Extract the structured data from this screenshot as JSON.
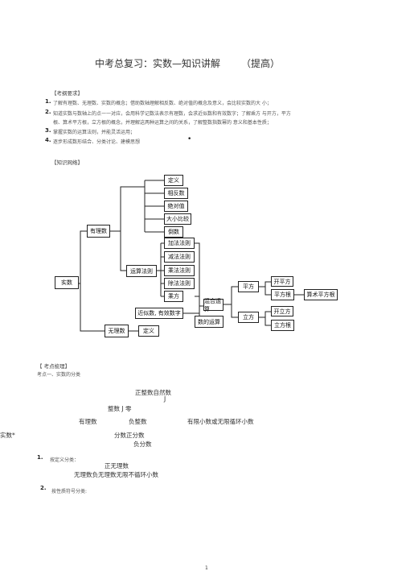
{
  "doc": {
    "title_main": "中考总复习：实数—知识讲解",
    "title_level": "（提高）",
    "sec_exam_req": "【考纲要求】",
    "requirements": [
      {
        "num": "1.",
        "text": "了解有理数、无理数、实数的概念；借助数轴理解相反数、绝对值的概念及意义，会比较实数的大  小；"
      },
      {
        "num": "2.",
        "text": "知道实数与数轴上的点一一对应，会用科学记数法表示有理数，会求近似数和有效数字；了解乘方  与开方，平方"
      },
      {
        "num": "",
        "text": "根、算术平方根，立方根的概念，并理解这两种运算之间的关系，了解整数指数幂的  意义和基本性质；"
      },
      {
        "num": "3.",
        "text": "掌握实数的运算法则，并能灵活运用；"
      },
      {
        "num": "4.",
        "text": "逐步形成数形结合、分类讨论、建模思想"
      }
    ],
    "sec_network": "【知识网络】",
    "tree": {
      "root": "实数",
      "rational": "有理数",
      "irrational": "无理数",
      "definition": "定义",
      "opposite": "相反数",
      "absolute": "绝对值",
      "compare": "大小比较",
      "reciprocal": "倒数",
      "rules": "运算法则",
      "add": "加法法则",
      "sub": "减法法则",
      "mul": "乘法法则",
      "div": "除法法则",
      "pow": "乘方",
      "approx": "近似数, 有效数字",
      "mixed": "混合运算",
      "ops": "数的运算",
      "square": "平方",
      "cube": "立方",
      "sqrt_sign": "开平方",
      "square_root": "平方根",
      "arith_sqrt": "算术平方根",
      "cbrt_sign": "开立方",
      "cube_root": "立方根",
      "irr_def": "定义"
    },
    "sec_points": "【 考点梳理】",
    "point1": "考点一、实数的分类",
    "classify": {
      "pos_int": "正整数自然数",
      "bracket": "J",
      "integer": "整数 J  零",
      "rational": "有理数",
      "neg_int": "负整数",
      "finite": "有限小数或无限循环小数",
      "real": "实数*",
      "fraction": "分数正分数",
      "neg_frac": "负分数"
    },
    "item1_num": "1.",
    "item1_label": "按定义分类：",
    "def_pos_irr": "正无理数",
    "def_neg_irr": "无理数负无理数无限不循环小数",
    "item2_num": "2.",
    "item2_label": "按性质符号分类:",
    "page_number": "1"
  }
}
